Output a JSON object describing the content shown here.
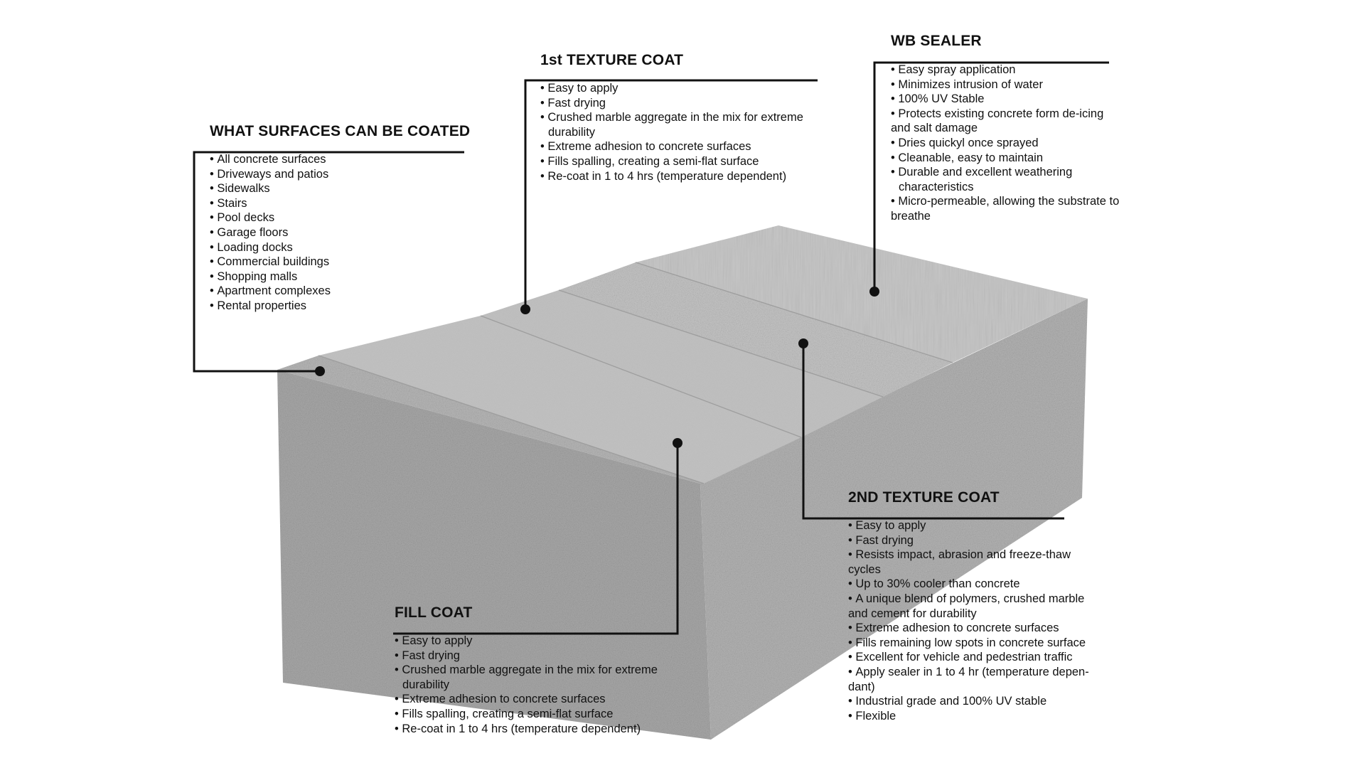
{
  "callouts": {
    "surfaces": {
      "title": "WHAT SURFACES CAN BE COATED",
      "items": [
        "All concrete surfaces",
        "Driveways and patios",
        "Sidewalks",
        "Stairs",
        "Pool decks",
        "Garage floors",
        "Loading docks",
        "Commercial buildings",
        "Shopping malls",
        "Apartment complexes",
        "Rental properties"
      ]
    },
    "first_texture": {
      "title": "1st TEXTURE COAT",
      "items": [
        "Easy to apply",
        "Fast drying",
        "Crushed marble aggregate in the mix for extreme",
        "durability",
        "Extreme adhesion to concrete surfaces",
        "Fills spalling, creating a semi-flat surface",
        "Re-coat in 1 to 4 hrs (temperature dependent)"
      ]
    },
    "wb_sealer": {
      "title": "WB SEALER",
      "items": [
        "Easy spray application",
        "Minimizes intrusion of water",
        "100% UV Stable",
        "Protects existing concrete form de-icing",
        "and salt damage",
        "Dries quickyl once sprayed",
        "Cleanable, easy to maintain",
        "Durable and excellent weathering",
        "characteristics",
        "Micro-permeable, allowing the substrate to",
        "breathe"
      ]
    },
    "second_texture": {
      "title": "2ND TEXTURE COAT",
      "items": [
        "Easy to apply",
        "Fast drying",
        "Resists impact, abrasion and freeze-thaw",
        "cycles",
        "Up to 30% cooler than concrete",
        "A unique blend of polymers, crushed marble",
        "and cement for durability",
        "Extreme adhesion to concrete surfaces",
        "Fills remaining low spots in concrete surface",
        "Excellent for vehicle and pedestrian traffic",
        "Apply sealer in 1 to 4 hr (temperature depen-",
        "dant)",
        "Industrial grade and 100% UV stable",
        "Flexible"
      ]
    },
    "fill_coat": {
      "title": "FILL COAT",
      "items": [
        "Easy to apply",
        "Fast drying",
        "Crushed marble aggregate in the mix for extreme",
        "durability",
        "Extreme adhesion to concrete surfaces",
        "Fills spalling, creating a semi-flat surface",
        "Re-coat in 1 to 4 hrs (temperature dependent)"
      ]
    }
  }
}
